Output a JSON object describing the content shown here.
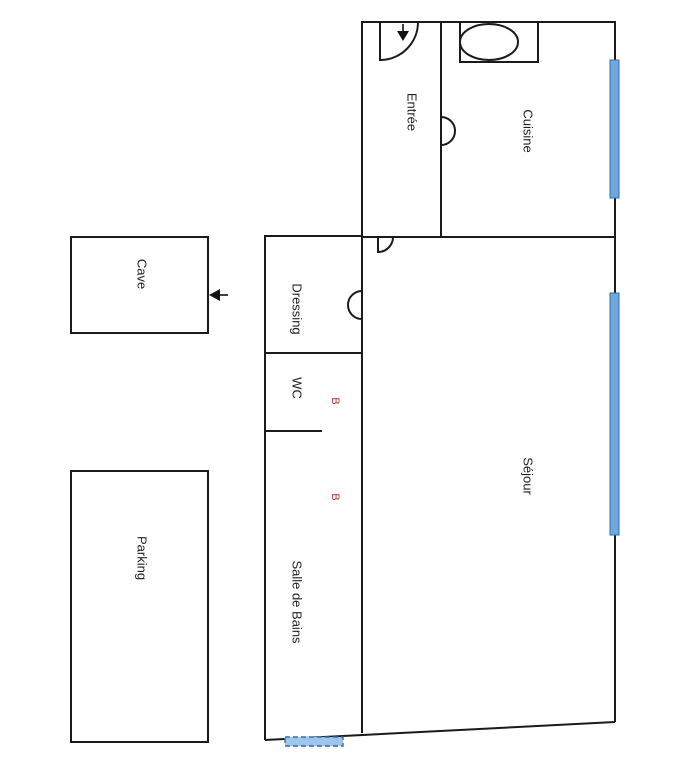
{
  "rooms": {
    "entree": "Entrée",
    "cuisine": "Cuisine",
    "cave": "Cave",
    "dressing": "Dressing",
    "wc": "WC",
    "sejour": "Séjour",
    "salle_de_bains": "Salle de Bains",
    "parking": "Parking"
  },
  "markers": {
    "wc_marker": "B",
    "bath_marker": "B"
  },
  "colors": {
    "window": "#6ea8dc",
    "wall": "#1a1a1a",
    "marker": "#b03030"
  },
  "icons": {
    "entry_arrow": "arrow-down-icon",
    "cave_arrow": "arrow-left-icon",
    "cooktop": "cooktop-icon"
  }
}
